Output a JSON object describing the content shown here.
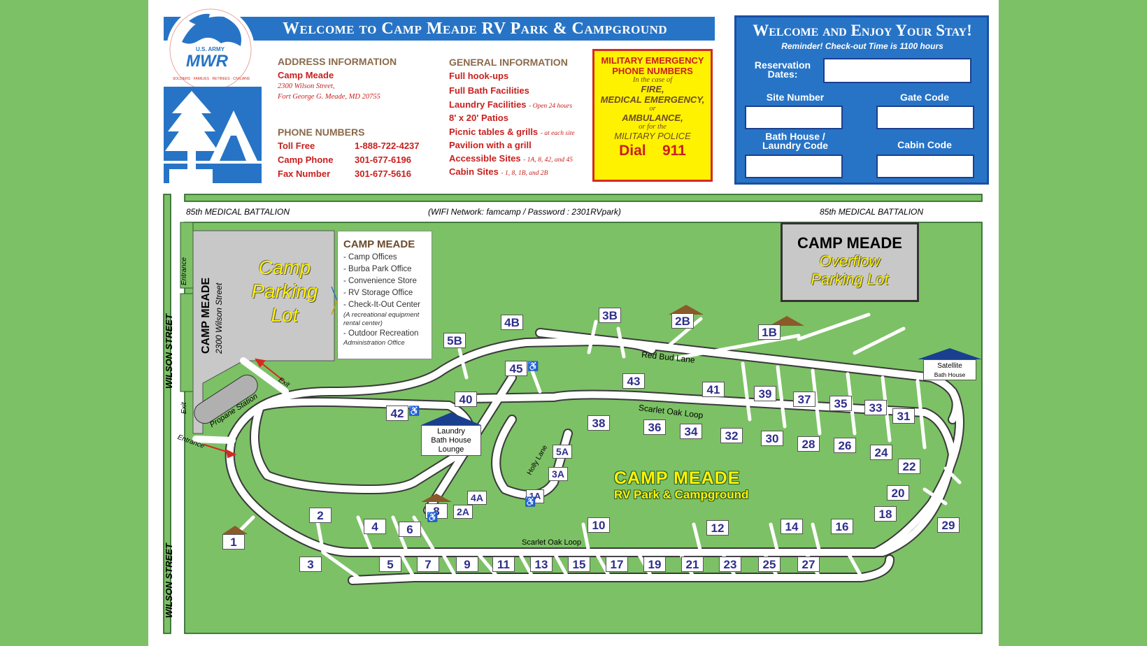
{
  "header": {
    "title": "Welcome to Camp Meade RV Park & Campground",
    "logo_top": "U.S. ARMY",
    "logo_main": "MWR",
    "logo_ring": "SOLDIERS · FAMILIES · RETIREES · CIVILIANS"
  },
  "address": {
    "heading": "ADDRESS INFORMATION",
    "name": "Camp Meade",
    "line1": "2300 Wilson Street,",
    "line2": "Fort George G. Meade, MD 20755"
  },
  "phones": {
    "heading": "PHONE NUMBERS",
    "rows": [
      {
        "label": "Toll Free",
        "value": "1-888-722-4237"
      },
      {
        "label": "Camp Phone",
        "value": "301-677-6196"
      },
      {
        "label": "Fax Number",
        "value": "301-677-5616"
      }
    ]
  },
  "general": {
    "heading": "GENERAL INFORMATION",
    "items": [
      {
        "text": "Full hook-ups",
        "note": ""
      },
      {
        "text": "Full Bath Facilities",
        "note": ""
      },
      {
        "text": "Laundry Facilities",
        "note": "- Open 24 hours"
      },
      {
        "text": "8' x 20' Patios",
        "note": ""
      },
      {
        "text": "Picnic tables & grills",
        "note": "- at each site"
      },
      {
        "text": "Pavilion with a grill",
        "note": ""
      },
      {
        "text": "Accessible Sites",
        "note": "- 1A, 8, 42, and 45"
      },
      {
        "text": "Cabin Sites",
        "note": "- 1, 8, 1B, and 2B"
      }
    ]
  },
  "emergency": {
    "title1": "MILITARY EMERGENCY",
    "title2": "PHONE NUMBERS",
    "l1": "In the case of",
    "l2": "FIRE,",
    "l3": "MEDICAL EMERGENCY,",
    "l4": "or",
    "l5": "AMBULANCE,",
    "l6": "or for the",
    "l7": "MILITARY POLICE",
    "dial": "Dial",
    "number": "911"
  },
  "reservation": {
    "title": "Welcome and Enjoy Your Stay!",
    "reminder": "Reminder!  Check-out Time is 1100 hours",
    "dates_label1": "Reservation",
    "dates_label2": "Dates:",
    "site_label": "Site Number",
    "gate_label": "Gate Code",
    "bath_label1": "Bath House /",
    "bath_label2": "Laundry Code",
    "cabin_label": "Cabin Code"
  },
  "map": {
    "top_left": "85th  MEDICAL BATTALION",
    "top_right": "85th  MEDICAL BATTALION",
    "wifi": "(WIFI Network: famcamp / Password : 2301RVpark)",
    "street1": "WILSON    STREET",
    "street2": "WILSON    STREET",
    "entrance_top": "Entrance",
    "exit_side": "Exit",
    "entrance_side": "Entrance",
    "exit_arrow": "Exit",
    "propane": "Propane Station",
    "camp_vert": "CAMP MEADE",
    "camp_addr_vert": "2300 Wilson Street",
    "parking1": "Camp",
    "parking2": "Parking",
    "parking3": "Lot",
    "offices_title": "CAMP MEADE",
    "offices": [
      "- Camp Offices",
      "- Burba Park Office",
      "- Convenience Store",
      "- RV Storage Office",
      "- Check-It-Out Center",
      "  (A recreational equipment",
      "    rental center)",
      "- Outdoor Recreation",
      "  Administration Office"
    ],
    "overflow1": "CAMP MEADE",
    "overflow2": "Overflow",
    "overflow3": "Parking Lot",
    "laundry1": "Laundry",
    "laundry2": "Bath House",
    "laundry3": "Lounge",
    "satellite1": "Satellite",
    "satellite2": "Bath House",
    "red_bud": "Red Bud Lane",
    "scarlet1": "Scarlet Oak Loop",
    "scarlet2": "Scarlet Oak Loop",
    "holly": "Holly Lane",
    "brand1": "CAMP MEADE",
    "brand2": "RV Park & Campground",
    "sites": [
      "1",
      "2",
      "3",
      "4",
      "5",
      "6",
      "7",
      "8",
      "9",
      "10",
      "11",
      "12",
      "13",
      "14",
      "15",
      "16",
      "17",
      "18",
      "19",
      "20",
      "21",
      "22",
      "23",
      "24",
      "25",
      "26",
      "27",
      "28",
      "29",
      "30",
      "31",
      "32",
      "33",
      "34",
      "35",
      "36",
      "37",
      "38",
      "39",
      "40",
      "41",
      "42",
      "43",
      "45",
      "1A",
      "2A",
      "3A",
      "4A",
      "5A",
      "1B",
      "2B",
      "3B",
      "4B",
      "5B"
    ]
  },
  "colors": {
    "grass": "#7cc165",
    "brand_blue": "#2774c6",
    "site_text": "#2f2e8c",
    "emergency_bg": "#fff200",
    "emergency_red": "#c8201e"
  }
}
